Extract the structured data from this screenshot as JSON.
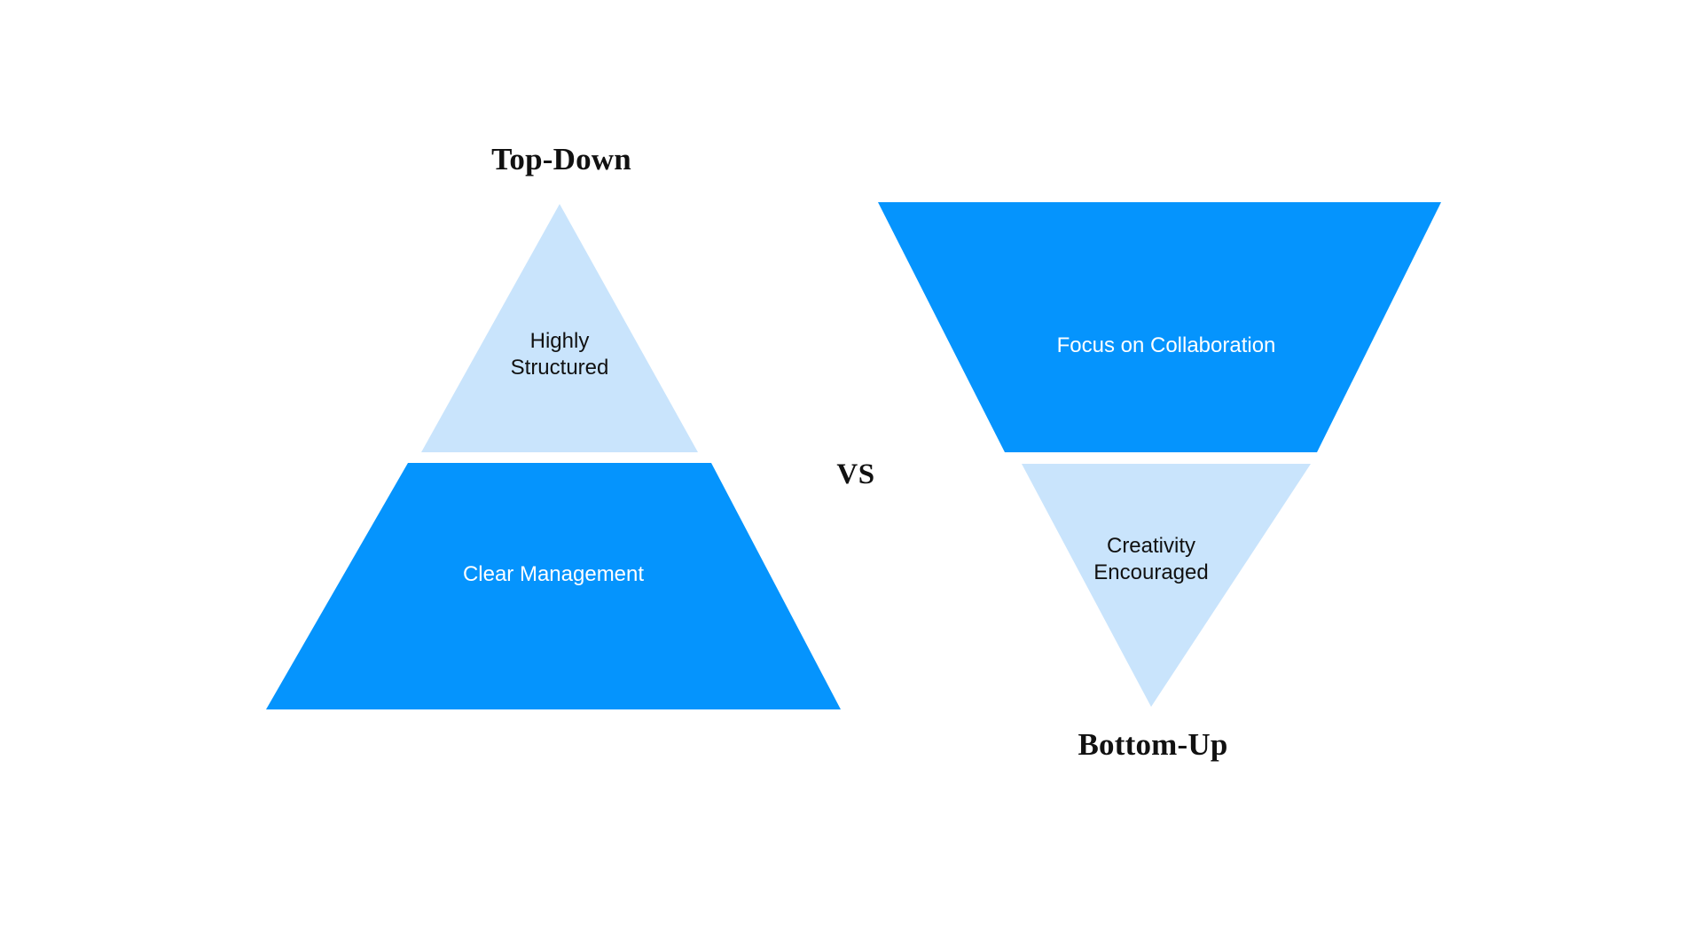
{
  "diagram": {
    "type": "comparison-funnel",
    "background_color": "#ffffff",
    "divider_label": "VS",
    "colors": {
      "primary_blue": "#0594fd",
      "light_blue": "#c9e4fc",
      "text_dark": "#111111",
      "text_light": "#ffffff"
    },
    "left": {
      "title": "Top-Down",
      "title_position": "above",
      "shape": "pyramid",
      "segments": [
        {
          "label": "Highly\nStructured",
          "fill": "#c9e4fc",
          "text_color": "#111111",
          "tier": 1,
          "shape": "triangle"
        },
        {
          "label": "Clear Management",
          "fill": "#0594fd",
          "text_color": "#ffffff",
          "tier": 2,
          "shape": "trapezoid"
        }
      ]
    },
    "right": {
      "title": "Bottom-Up",
      "title_position": "below",
      "shape": "inverted-pyramid",
      "segments": [
        {
          "label": "Focus on Collaboration",
          "fill": "#0594fd",
          "text_color": "#ffffff",
          "tier": 1,
          "shape": "trapezoid"
        },
        {
          "label": "Creativity\nEncouraged",
          "fill": "#c9e4fc",
          "text_color": "#111111",
          "tier": 2,
          "shape": "inverted-triangle"
        }
      ]
    }
  }
}
